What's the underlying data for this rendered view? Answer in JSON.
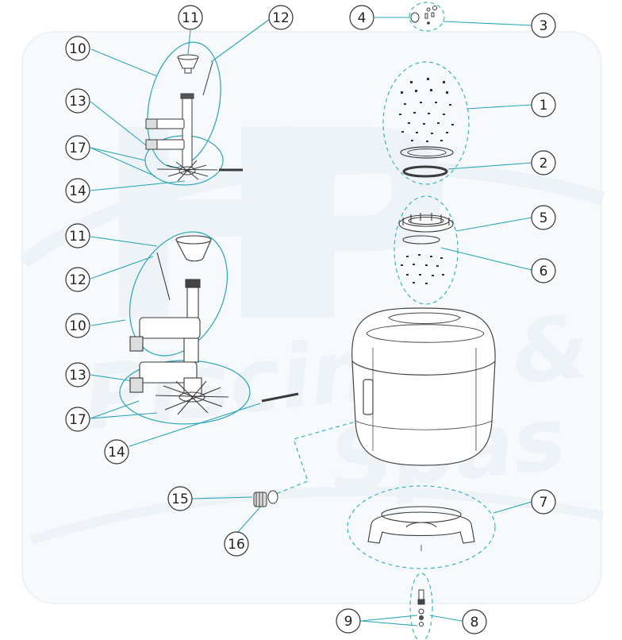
{
  "colors": {
    "leader": "#2aa5b5",
    "dashed": "#3cb3bf",
    "callout_stroke": "#333333",
    "part_stroke": "#3a3a3a",
    "watermark": "#eef3f6"
  },
  "watermark": {
    "line1": "Piscines &",
    "line2": "Spas"
  },
  "callouts": {
    "c1": "1",
    "c2": "2",
    "c3": "3",
    "c4": "4",
    "c5": "5",
    "c6": "6",
    "c7": "7",
    "c8": "8",
    "c9": "9",
    "c10_top": "10",
    "c11_top": "11",
    "c12_top": "12",
    "c13_top": "13",
    "c14_top": "14",
    "c17_top": "17",
    "c10_bot": "10",
    "c11_bot": "11",
    "c12_bot": "12",
    "c13_bot": "13",
    "c14_bot": "14",
    "c17_bot": "17",
    "c15": "15",
    "c16": "16"
  },
  "parts": {
    "1": "lid-screws",
    "2": "o-ring",
    "3": "pressure-gauge-set",
    "4": "gauge",
    "5": "lid-ring",
    "6": "seal-and-bolts",
    "7": "base",
    "8": "drain-plug",
    "9": "drain-washers",
    "10": "collector",
    "11": "diffuser",
    "12": "air-purge-tube",
    "13": "lateral-hub",
    "14": "lateral",
    "15": "bulkhead-nut",
    "16": "bulkhead-gasket",
    "17": "lateral-arms"
  }
}
